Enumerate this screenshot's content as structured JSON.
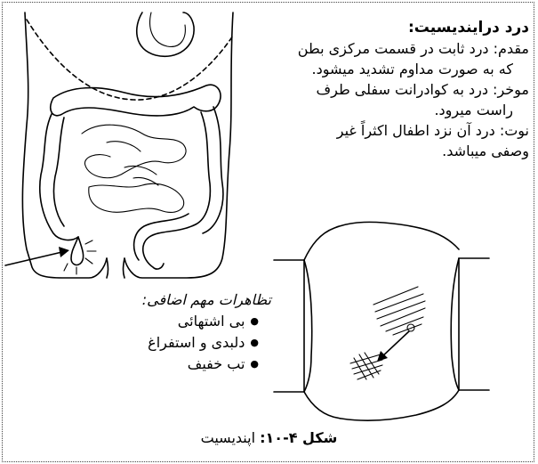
{
  "text": {
    "title": "درد درایندیسیت:",
    "para1_line1": "مقدم: درد ثابت در قسمت مرکزی بطن",
    "para1_line2": "که به صورت مداوم تشدید میشود.",
    "para2_line1": "موخر: درد به کوادرانت سفلی طرف",
    "para2_line2": "راست میرود.",
    "para3_line1": "نوت: درد آن  نزد اطفال اکثراً غیر",
    "para3_line2": "وصفی میباشد."
  },
  "signs": {
    "heading": "تظاهرات مهم اضافی:",
    "items": [
      "بی اشتهائی",
      "دلبدی و استفراغ",
      "تب خفیف"
    ]
  },
  "caption": {
    "label": "شکل ۴-۱۰:",
    "text": " اپندیسیت"
  },
  "icons": {
    "abdomen": "abdomen-intestines-drawing",
    "pain_region": "pain-region-drawing"
  }
}
